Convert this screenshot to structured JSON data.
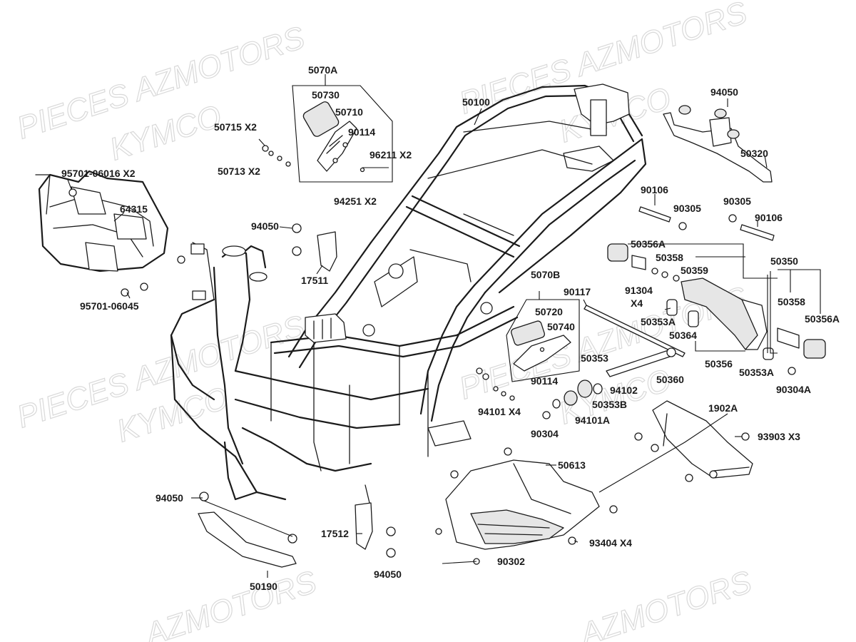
{
  "watermarks": [
    {
      "text": "PIECES AZMOTORS",
      "line": "top"
    },
    {
      "text": "KYMCO",
      "line": "top-sub"
    },
    {
      "text": "PIECES AZMOTORS",
      "line": "top-right"
    },
    {
      "text": "KYMCO",
      "line": "top-right-sub"
    },
    {
      "text": "PIECES AZMOTORS",
      "line": "middle"
    },
    {
      "text": "KYMCO",
      "line": "middle-sub"
    },
    {
      "text": "PIECES AZMOTORS",
      "line": "middle-right"
    },
    {
      "text": "KYMCO",
      "line": "middle-right-sub"
    },
    {
      "text": "AZMOTORS",
      "line": "bottom"
    },
    {
      "text": "AZMOTORS",
      "line": "bottom-right"
    }
  ],
  "callouts": {
    "c5070a": "5070A",
    "c50730": "50730",
    "c50710": "50710",
    "c90114a": "90114",
    "c50715": "50715 X2",
    "c50713": "50713 X2",
    "c96211": "96211 X2",
    "c94251": "94251 X2",
    "c95701a": "95701-06016 X2",
    "c64315": "64315",
    "c95701b": "95701-06045",
    "c94050a": "94050",
    "c17511": "17511",
    "c50100": "50100",
    "c94050b": "94050",
    "c50320": "50320",
    "c90106a": "90106",
    "c90305a": "90305",
    "c90305b": "90305",
    "c90106b": "90106",
    "c50356a1": "50356A",
    "c50358a": "50358",
    "c50350": "50350",
    "c50359": "50359",
    "c91304": "91304",
    "c91304x": "X4",
    "c50358b": "50358",
    "c50356a2": "50356A",
    "c50353a1": "50353A",
    "c50364": "50364",
    "c50356": "50356",
    "c50353a2": "50353A",
    "c50360": "50360",
    "c90304a": "90304A",
    "c5070b": "5070B",
    "c90117": "90117",
    "c50720": "50720",
    "c50740": "50740",
    "c90114b": "90114",
    "c50353": "50353",
    "c94102": "94102",
    "c50353b": "50353B",
    "c94101x": "94101 X4",
    "c94101a": "94101A",
    "c90304": "90304",
    "c1902a": "1902A",
    "c93903": "93903   X3",
    "c50613": "50613",
    "c93404": "93404  X4",
    "c90302": "90302",
    "c94050c": "94050",
    "c17512": "17512",
    "c94050d": "94050",
    "c50190": "50190"
  }
}
